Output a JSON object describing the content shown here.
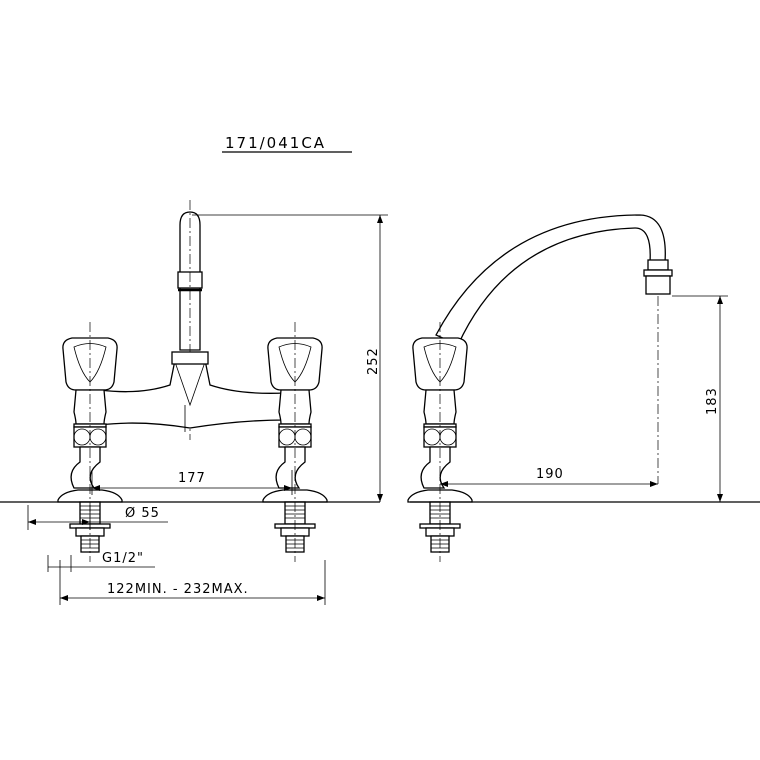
{
  "title": "171/041CA",
  "dimensions": {
    "height_total": "252",
    "tap_spacing": "177",
    "flange_diameter": "Ø 55",
    "thread": "G1/2\"",
    "range": "122MIN. - 232MAX.",
    "spout_reach": "190",
    "spout_height": "183"
  }
}
